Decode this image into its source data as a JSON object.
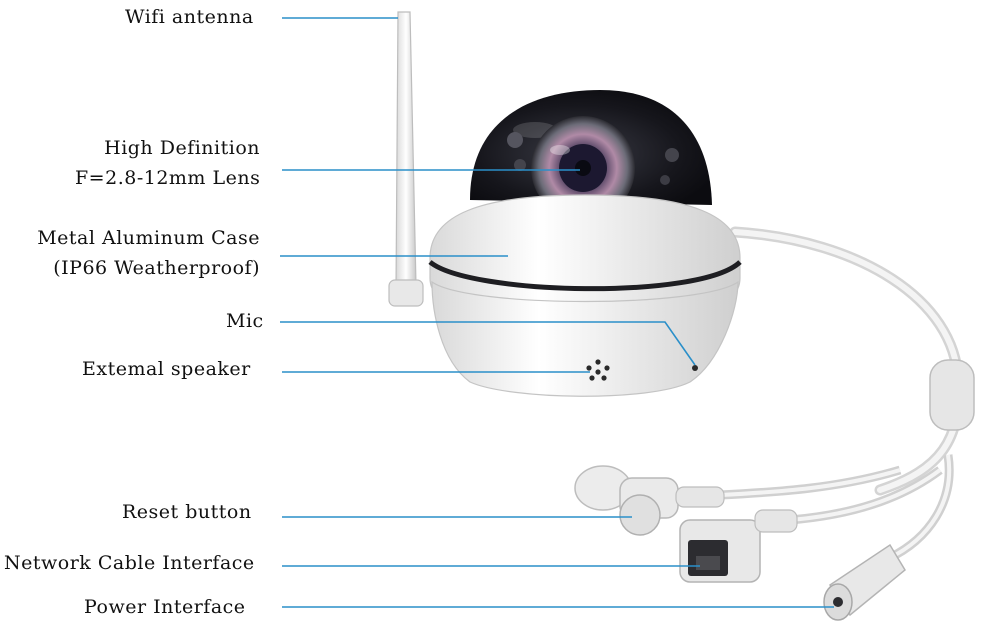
{
  "colors": {
    "leader_line": "#2a8fc9",
    "case_white": "#f2f2f2",
    "dome_dark": "#16161c",
    "band": "#1e1e22",
    "cable": "#e4e4e4"
  },
  "callouts": [
    {
      "id": "wifi-antenna",
      "lines": [
        "Wifi antenna"
      ]
    },
    {
      "id": "lens",
      "lines": [
        "High Definition",
        "F=2.8-12mm Lens"
      ]
    },
    {
      "id": "case",
      "lines": [
        "Metal Aluminum Case",
        "(IP66 Weatherproof)"
      ]
    },
    {
      "id": "mic",
      "lines": [
        "Mic"
      ]
    },
    {
      "id": "speaker",
      "lines": [
        "Extemal speaker"
      ]
    },
    {
      "id": "reset",
      "lines": [
        "Reset button"
      ]
    },
    {
      "id": "network",
      "lines": [
        "Network Cable Interface"
      ]
    },
    {
      "id": "power",
      "lines": [
        "Power Interface"
      ]
    }
  ]
}
